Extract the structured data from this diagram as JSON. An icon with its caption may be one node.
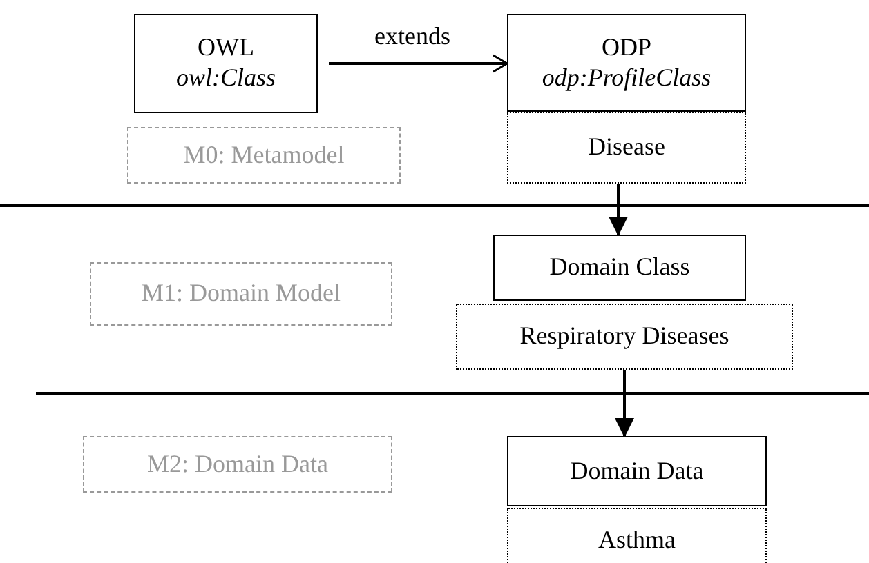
{
  "diagram": {
    "nodes": [
      {
        "text": [
          "OWL",
          "*owl:Class*"
        ]
      },
      {
        "text": [
          "ODP",
          "*odp:ProfileClass*"
        ]
      },
      {
        "text": [
          "Disease"
        ]
      },
      {
        "text": [
          "M0: Metamodel"
        ]
      },
      {
        "text": [
          "Domain Class"
        ]
      },
      {
        "text": [
          "M1: Domain Model"
        ]
      },
      {
        "text": [
          "Respiratory Diseases"
        ]
      },
      {
        "text": [
          "M2: Domain Data"
        ]
      },
      {
        "text": [
          "Domain Data"
        ]
      },
      {
        "text": [
          "Asthma"
        ]
      }
    ],
    "edges": [
      {
        "from": 0,
        "to": 1,
        "arrow": "to",
        "label": "extends"
      },
      {
        "from": 2,
        "to": 4,
        "arrow": "to"
      },
      {
        "from": 6,
        "to": 8,
        "arrow": "to"
      }
    ]
  }
}
